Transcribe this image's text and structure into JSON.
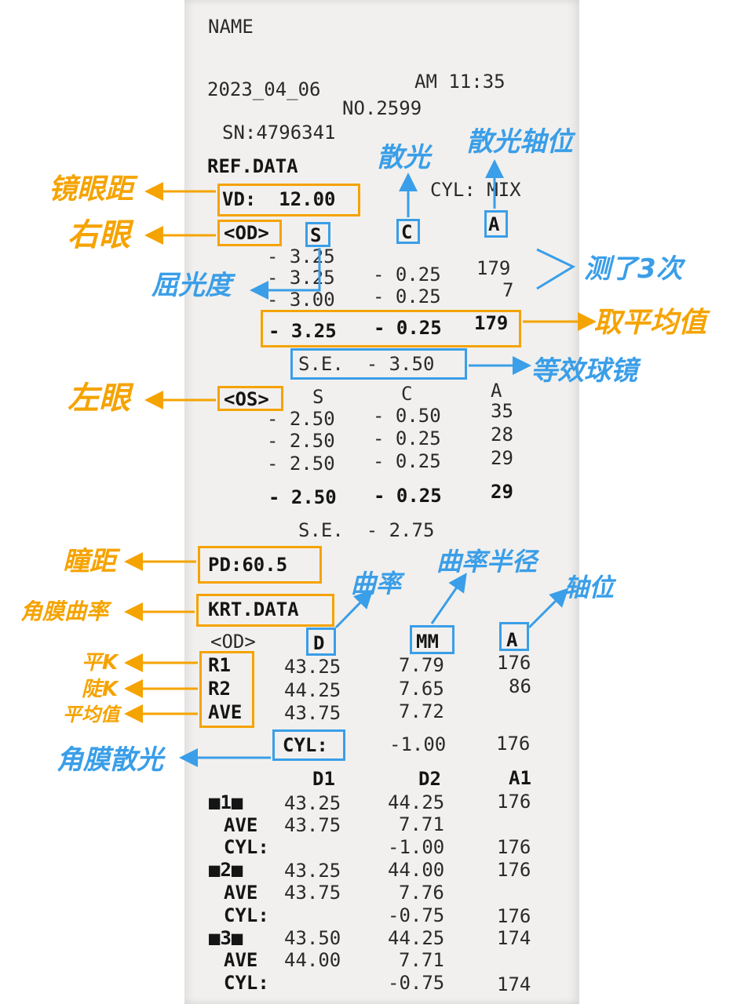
{
  "receipt": {
    "name": "NAME",
    "date": "2023_04_06",
    "time": "AM 11:35",
    "no": "NO.2599",
    "sn": "SN:4796341",
    "ref_title": "REF.DATA",
    "vd": "VD:  12.00",
    "cyl_mode": "CYL: MIX",
    "od": {
      "tag": "<OD>",
      "headers": [
        "S",
        "C",
        "A"
      ],
      "rows": [
        {
          "s": "- 3.25",
          "c": "",
          "a": ""
        },
        {
          "s": "- 3.25",
          "c": "- 0.25",
          "a": "179"
        },
        {
          "s": "- 3.00",
          "c": "- 0.25",
          "a": "7"
        }
      ],
      "avg": {
        "s": "- 3.25",
        "c": "- 0.25",
        "a": "179"
      },
      "se": "S.E.  - 3.50"
    },
    "os": {
      "tag": "<OS>",
      "headers": [
        "S",
        "C",
        "A"
      ],
      "rows": [
        {
          "s": "- 2.50",
          "c": "- 0.50",
          "a": "35"
        },
        {
          "s": "- 2.50",
          "c": "- 0.25",
          "a": "28"
        },
        {
          "s": "- 2.50",
          "c": "- 0.25",
          "a": "29"
        }
      ],
      "avg": {
        "s": "- 2.50",
        "c": "- 0.25",
        "a": "29"
      },
      "se": "S.E.  - 2.75"
    },
    "pd": "PD:60.5",
    "krt_title": "KRT.DATA",
    "krt": {
      "tag": "<OD>",
      "headers": [
        "D",
        "MM",
        "A"
      ],
      "rows": [
        {
          "label": "R1",
          "d": "43.25",
          "mm": "7.79",
          "a": "176"
        },
        {
          "label": "R2",
          "d": "44.25",
          "mm": "7.65",
          "a": "86"
        },
        {
          "label": "AVE",
          "d": "43.75",
          "mm": "7.72",
          "a": ""
        }
      ],
      "cyl_label": "CYL:",
      "cyl_value": "-1.00",
      "cyl_axis": "176",
      "sub_headers": [
        "D1",
        "D2",
        "A1"
      ],
      "measurements": [
        {
          "label": "■1■",
          "d1": "43.25",
          "d2": "44.25",
          "a1": "176",
          "ave_d": "43.75",
          "ave_mm": "7.71",
          "cyl": "-1.00",
          "cyl_a": "176"
        },
        {
          "label": "■2■",
          "d1": "43.25",
          "d2": "44.00",
          "a1": "176",
          "ave_d": "43.75",
          "ave_mm": "7.76",
          "cyl": "-0.75",
          "cyl_a": "176"
        },
        {
          "label": "■3■",
          "d1": "43.50",
          "d2": "44.25",
          "a1": "174",
          "ave_d": "44.00",
          "ave_mm": "7.71",
          "cyl": "-0.75",
          "cyl_a": "174"
        }
      ],
      "ave_label": "AVE",
      "cyl_row_label": "CYL:"
    }
  },
  "annotations": {
    "vd": "镜眼距",
    "od": "右眼",
    "sphere": "屈光度",
    "cyl": "散光",
    "axis": "散光轴位",
    "three_times": "测了3次",
    "average": "取平均值",
    "se": "等效球镜",
    "os": "左眼",
    "pd": "瞳距",
    "krt": "角膜曲率",
    "curvature": "曲率",
    "radius": "曲率半径",
    "krt_axis": "轴位",
    "flat_k": "平K",
    "steep_k": "陡K",
    "ave": "平均值",
    "corneal_cyl": "角膜散光"
  },
  "colors": {
    "orange": "#f5a300",
    "blue": "#3a9ee8",
    "paper": "#f1f0ee",
    "ink": "#2a2a2a"
  }
}
